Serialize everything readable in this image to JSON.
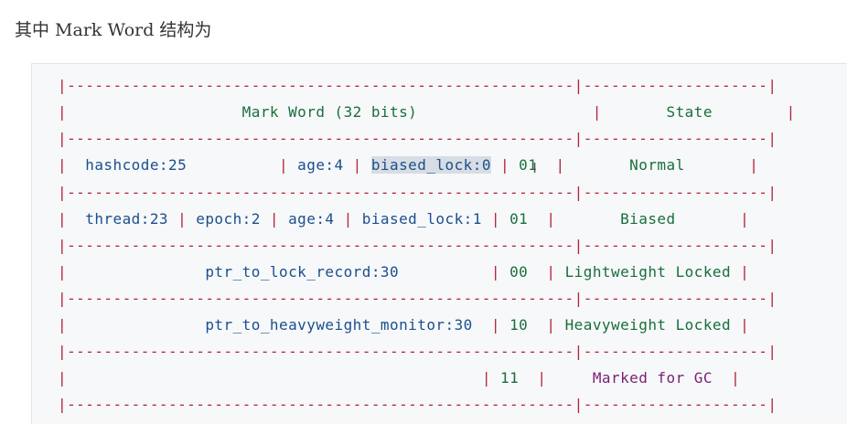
{
  "heading": "其中 Mark Word 结构为",
  "border": "|-------------------------------------------------------|--------------------|",
  "rows": {
    "header": {
      "pre": "|                   ",
      "title": "Mark Word (32 bits)",
      "mid": "                   |       ",
      "state": "State",
      "post": "        |"
    },
    "normal": {
      "lead": "|  ",
      "hashcode": "hashcode:25",
      "gap1": "          | ",
      "age": "age:4",
      "sep1": " | ",
      "biased_lock": "biased_lock:0",
      "sep2": " | ",
      "bits": "01",
      "mid": "  |       ",
      "state": "Normal",
      "post": "       |"
    },
    "biased": {
      "lead": "|  ",
      "thread": "thread:23",
      "sep0": " | ",
      "epoch": "epoch:2",
      "sep1": " | ",
      "age": "age:4",
      "sep2": " | ",
      "biased_lock": "biased_lock:1",
      "sep3": " | ",
      "bits": "01",
      "mid": "  |       ",
      "state": "Biased",
      "post": "       |"
    },
    "lightweight": {
      "lead": "|               ",
      "field": "ptr_to_lock_record:30",
      "mid1": "          | ",
      "bits": "00",
      "mid2": "  | ",
      "state": "Lightweight Locked",
      "post": " |"
    },
    "heavyweight": {
      "lead": "|               ",
      "field": "ptr_to_heavyweight_monitor:30",
      "mid1": "  | ",
      "bits": "10",
      "mid2": "  | ",
      "state": "Heavyweight Locked",
      "post": " |"
    },
    "gc": {
      "lead": "|                                             ",
      "mid1": "| ",
      "bits": "11",
      "mid2": "  |     ",
      "state": "Marked for GC",
      "post": "  |"
    }
  }
}
